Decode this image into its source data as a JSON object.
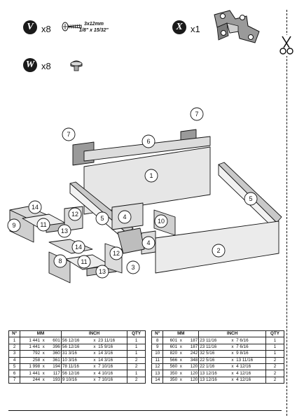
{
  "hardware": [
    {
      "badge": "V",
      "qty": "x8",
      "spec_line1": "3x12mm",
      "spec_line2": "1/8\" x 15/32\""
    },
    {
      "badge": "X",
      "qty": "x1"
    },
    {
      "badge": "W",
      "qty": "x8"
    }
  ],
  "callouts": [
    "1",
    "2",
    "3",
    "4",
    "5",
    "6",
    "7",
    "8",
    "9",
    "10",
    "11",
    "12",
    "13",
    "14"
  ],
  "table_left": {
    "headers": {
      "n": "N°",
      "mm": "MM",
      "inch": "INCH",
      "qty": "QTY"
    },
    "rows": [
      {
        "n": "1",
        "mm_a": "1 441",
        "x1": "x",
        "mm_b": "601",
        "in_a": "56 12/16",
        "x2": "x",
        "in_b": "23 11/16",
        "qty": "1"
      },
      {
        "n": "2",
        "mm_a": "1 441",
        "x1": "x",
        "mm_b": "396",
        "in_a": "56 12/16",
        "x2": "x",
        "in_b": "15  9/16",
        "qty": "1"
      },
      {
        "n": "3",
        "mm_a": "792",
        "x1": "x",
        "mm_b": "360",
        "in_a": "31  3/16",
        "x2": "x",
        "in_b": "14  3/16",
        "qty": "1"
      },
      {
        "n": "4",
        "mm_a": "258",
        "x1": "x",
        "mm_b": "361",
        "in_a": "10  3/16",
        "x2": "x",
        "in_b": "14  3/16",
        "qty": "2"
      },
      {
        "n": "5",
        "mm_a": "1 998",
        "x1": "x",
        "mm_b": "194",
        "in_a": "78 11/16",
        "x2": "x",
        "in_b": "7 10/16",
        "qty": "2"
      },
      {
        "n": "6",
        "mm_a": "1 441",
        "x1": "x",
        "mm_b": "117",
        "in_a": "56 12/16",
        "x2": "x",
        "in_b": "4 10/16",
        "qty": "1"
      },
      {
        "n": "7",
        "mm_a": "244",
        "x1": "x",
        "mm_b": "193",
        "in_a": "9 10/16",
        "x2": "x",
        "in_b": "7 10/16",
        "qty": "2"
      }
    ]
  },
  "table_right": {
    "headers": {
      "n": "N°",
      "mm": "MM",
      "inch": "INCH",
      "qty": "QTY"
    },
    "rows": [
      {
        "n": "8",
        "mm_a": "601",
        "x1": "x",
        "mm_b": "187",
        "in_a": "23 11/16",
        "x2": "x",
        "in_b": "7  6/16",
        "qty": "1"
      },
      {
        "n": "9",
        "mm_a": "601",
        "x1": "x",
        "mm_b": "187",
        "in_a": "23 11/16",
        "x2": "x",
        "in_b": "7  6/16",
        "qty": "1"
      },
      {
        "n": "10",
        "mm_a": "820",
        "x1": "x",
        "mm_b": "242",
        "in_a": "32  5/16",
        "x2": "x",
        "in_b": "9  8/16",
        "qty": "1"
      },
      {
        "n": "11",
        "mm_a": "566",
        "x1": "x",
        "mm_b": "348",
        "in_a": "22  5/16",
        "x2": "x",
        "in_b": "13 11/16",
        "qty": "2"
      },
      {
        "n": "12",
        "mm_a": "560",
        "x1": "x",
        "mm_b": "120",
        "in_a": "22  1/16",
        "x2": "x",
        "in_b": "4 12/16",
        "qty": "2"
      },
      {
        "n": "13",
        "mm_a": "350",
        "x1": "x",
        "mm_b": "120",
        "in_a": "13 12/16",
        "x2": "x",
        "in_b": "4 12/16",
        "qty": "2"
      },
      {
        "n": "14",
        "mm_a": "350",
        "x1": "x",
        "mm_b": "120",
        "in_a": "13 12/16",
        "x2": "x",
        "in_b": "4 12/16",
        "qty": "2"
      }
    ]
  }
}
